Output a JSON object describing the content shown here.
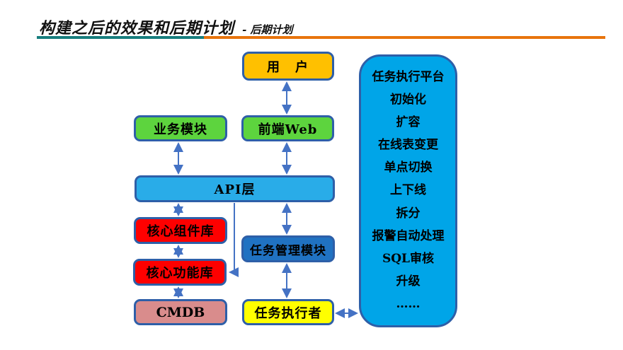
{
  "header": {
    "title": "构建之后的效果和后期计划",
    "subtitle": "- 后期计划"
  },
  "boxes": {
    "user": "用　户",
    "business": "业务模块",
    "frontend": "前端Web",
    "api": "API层",
    "core_components": "核心组件库",
    "task_manager": "任务管理模块",
    "core_functions": "核心功能库",
    "cmdb": "CMDB",
    "task_executor": "任务执行者"
  },
  "platform": {
    "title": "任务执行平台",
    "items": [
      "初始化",
      "扩容",
      "在线表变更",
      "单点切换",
      "上下线",
      "拆分",
      "报警自动处理",
      "SQL审核",
      "升级",
      "……"
    ]
  },
  "colors": {
    "user_box": "#FFC000",
    "green_box": "#5DD43E",
    "api_box": "#29ACE8",
    "red_box": "#FE0000",
    "dark_blue_box": "#2072C2",
    "pink_box": "#D98C8C",
    "yellow_box": "#FFFF00",
    "platform_box": "#00A5E8",
    "box_border": "#2E5FA8",
    "arrow": "#4472C4",
    "rule_teal": "#177E7E",
    "rule_orange": "#E8740C"
  }
}
